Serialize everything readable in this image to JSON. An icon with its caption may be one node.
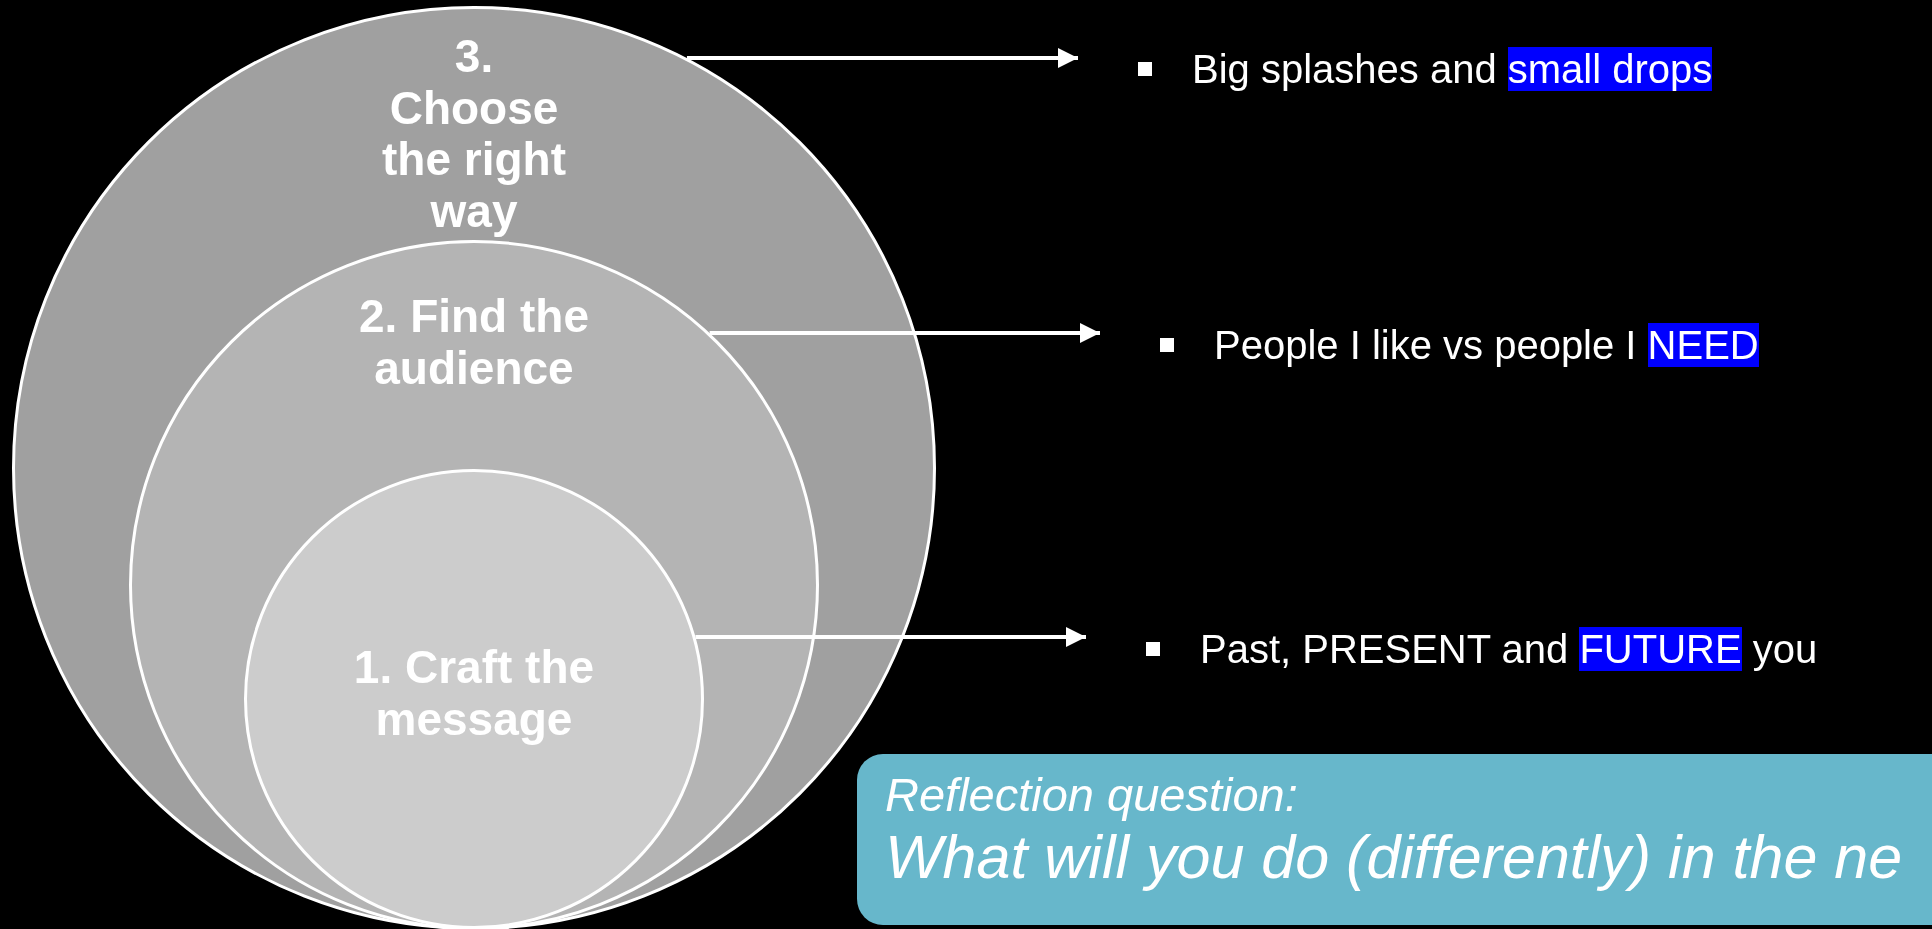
{
  "diagram": {
    "nodes": [
      {
        "text": [
          "3. Choose the right way"
        ]
      },
      {
        "text": [
          "2. Find the audience"
        ],
        "in": 0
      },
      {
        "text": [
          "1. Craft the message"
        ],
        "in": 1
      },
      {
        "text": [
          "Big splashes and small drops"
        ]
      },
      {
        "text": [
          "People I like vs people I NEED"
        ]
      },
      {
        "text": [
          "Past, PRESENT and FUTURE you"
        ]
      },
      {
        "text": [
          "Reflection question:",
          "What will you do (differently) in the ne"
        ]
      }
    ],
    "edges": [
      {
        "from": 0,
        "to": 3,
        "arrow": "to"
      },
      {
        "from": 1,
        "to": 4,
        "arrow": "to"
      },
      {
        "from": 2,
        "to": 5,
        "arrow": "to"
      }
    ]
  }
}
